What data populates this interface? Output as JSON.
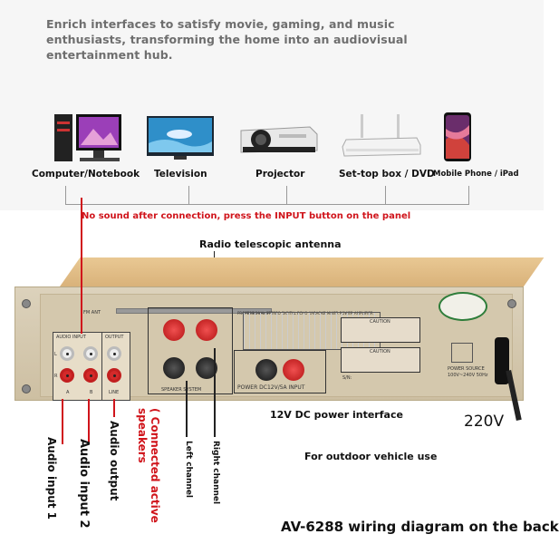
{
  "intro_text": "Enrich interfaces to satisfy movie, gaming, and music enthusiasts, transforming the home into an audiovisual entertainment hub.",
  "devices": [
    {
      "label": "Computer/Notebook",
      "icon": "computer-icon"
    },
    {
      "label": "Television",
      "icon": "television-icon"
    },
    {
      "label": "Projector",
      "icon": "projector-icon"
    },
    {
      "label": "Set-top box / DVD",
      "icon": "set-top-box-icon"
    },
    {
      "label": "Mobile Phone / iPad",
      "icon": "mobile-phone-icon"
    }
  ],
  "note": "No sound after connection, press the INPUT button on the panel",
  "antenna_label": "Radio telescopic antenna",
  "panel_print": {
    "fm_ant": "FM ANT",
    "audio_input": "AUDIO INPUT",
    "output": "OUTPUT",
    "line": "LINE",
    "ch_a": "A",
    "ch_b": "B",
    "l": "L",
    "r": "R",
    "speaker_system": "SPEAKER SYSTEM",
    "power_dc": "POWER DC12V/5A INPUT",
    "pro_title": "PROFESSIONAL STEREO DIGITAL ECHO KARAOKE MIXER POWER AMPLIFIER",
    "caution": "CAUTION",
    "sn": "S/N:",
    "power_source": "POWER SOURCE",
    "power_spec": "100V~240V 50Hz"
  },
  "labels": {
    "audio_input_1": "Audio input 1",
    "audio_input_2": "Audio input 2",
    "audio_output": "Audio output",
    "connected_speakers": "( Connected active speakers",
    "left_channel": "Left channel",
    "right_channel": "Right channel",
    "dc_power": "12V DC power interface",
    "voltage": "220V",
    "outdoor": "For outdoor vehicle use"
  },
  "title": "AV-6288 wiring diagram on the back",
  "colors": {
    "accent_red": "#d0141b",
    "chassis": "#d4c8ad"
  }
}
